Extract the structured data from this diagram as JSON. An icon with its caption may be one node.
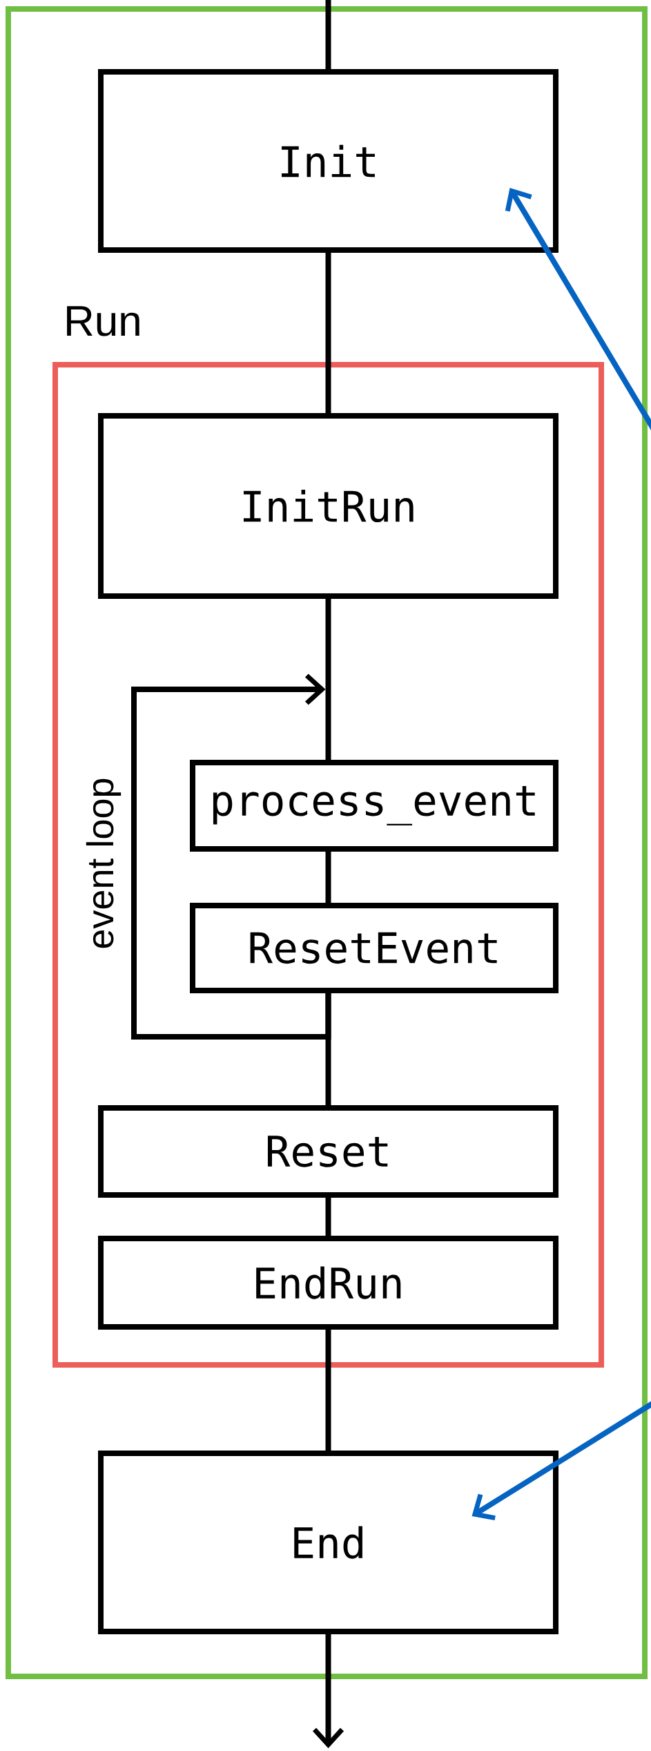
{
  "diagram": {
    "nodes": [
      {
        "text": [],
        "shape": "box"
      },
      {
        "text": [
          "Init"
        ],
        "in": 0
      },
      {
        "text": [
          "Run"
        ],
        "in": 0
      },
      {
        "text": [
          "InitRun"
        ],
        "in": 2
      },
      {
        "text": [
          "process_event"
        ],
        "in": 2
      },
      {
        "text": [
          "ResetEvent"
        ],
        "in": 2
      },
      {
        "text": [
          "Reset"
        ],
        "in": 2
      },
      {
        "text": [
          "EndRun"
        ],
        "in": 2
      },
      {
        "text": [
          "End"
        ],
        "in": 0
      }
    ],
    "edges": [
      {
        "from": null,
        "to": 1,
        "arrow": "none"
      },
      {
        "from": 1,
        "to": 3,
        "arrow": "none"
      },
      {
        "from": 3,
        "to": 4,
        "arrow": "none"
      },
      {
        "from": 4,
        "to": 5,
        "arrow": "none"
      },
      {
        "from": 5,
        "to": 4,
        "arrow": "to",
        "label": "event loop"
      },
      {
        "from": 5,
        "to": 6,
        "arrow": "none"
      },
      {
        "from": 6,
        "to": 7,
        "arrow": "none"
      },
      {
        "from": 7,
        "to": 8,
        "arrow": "none"
      },
      {
        "from": 8,
        "to": null,
        "arrow": "to"
      },
      {
        "from": null,
        "to": 1,
        "arrow": "to",
        "color": "#0563c1"
      },
      {
        "from": null,
        "to": 8,
        "arrow": "to",
        "color": "#0563c1"
      }
    ]
  }
}
